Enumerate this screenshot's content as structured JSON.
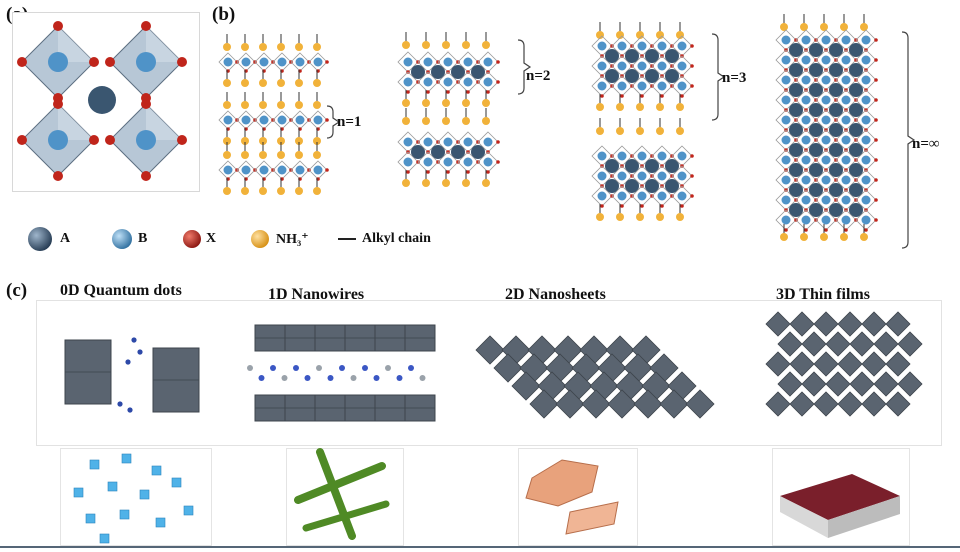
{
  "panels": {
    "a": "(a)",
    "b": "(b)",
    "c": "(c)"
  },
  "legend": {
    "a_label": "A",
    "b_label": "B",
    "x_label": "X",
    "nh3_label": "NH₃⁺",
    "alkyl_label": "Alkyl chain"
  },
  "layers": {
    "n1": "n=1",
    "n2": "n=2",
    "n3": "n=3",
    "ninf": "n=∞"
  },
  "dimensions": {
    "d0": "0D Quantum dots",
    "d1": "1D Nanowires",
    "d2": "2D Nanosheets",
    "d3": "3D Thin films"
  },
  "colors": {
    "a_site": "#3a5670",
    "b_site": "#4f93c8",
    "x_site": "#c0251b",
    "nh3": "#f1b23a",
    "octahedron": "#5a6470",
    "wire": "#4f8a25",
    "sheet": "#e8a27c",
    "film_top": "#7a1f2b"
  }
}
